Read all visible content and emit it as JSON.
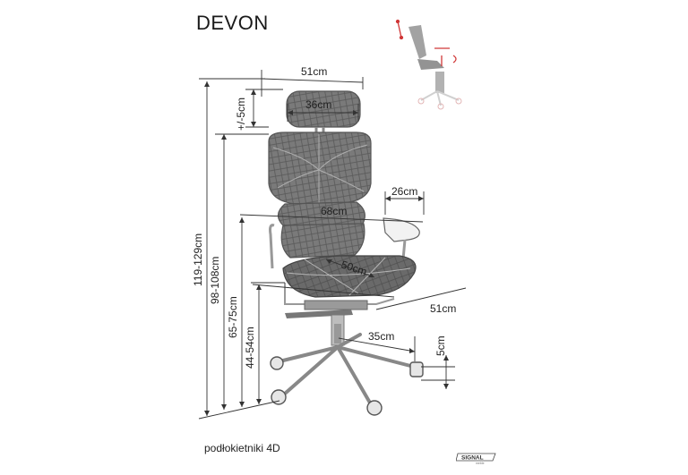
{
  "title": "DEVON",
  "armrest_label": "podłokietniki 4D",
  "brand": {
    "name": "SIGNAL",
    "sub": "meble"
  },
  "dimensions": {
    "head_width": "51cm",
    "head_inner": "36cm",
    "head_adjust": "+/-5cm",
    "arm_width": "26cm",
    "total_width": "68cm",
    "seat_depth": "50cm",
    "base_depth": "51cm",
    "caster_radius": "35cm",
    "caster_height": "5cm",
    "total_height": "119-129cm",
    "back_height": "98-108cm",
    "arm_height": "65-75cm",
    "seat_height": "44-54cm"
  },
  "colors": {
    "mesh": "#6e6e6e",
    "frame": "#888888",
    "line": "#333333",
    "accent": "#cc2222"
  }
}
